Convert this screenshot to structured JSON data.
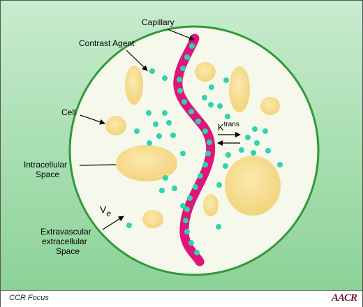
{
  "labels": {
    "capillary": "Capillary",
    "contrast_agent": "Contrast Agent",
    "cell": "Cell",
    "intracellular_line1": "Intracellular",
    "intracellular_line2": "Space",
    "ve_main": "V",
    "ve_sub": "e",
    "extravascular_line1": "Extravascular",
    "extravascular_line2": "extracellular",
    "extravascular_line3": "Space",
    "ktrans_main": "K",
    "ktrans_sup": "trans"
  },
  "footer": {
    "label": "CCR Focus",
    "logo": "AACR"
  },
  "colors": {
    "background_top": "#bfe8c5",
    "background_bottom": "#8fd49a",
    "circle_fill": "#f4f8e8",
    "circle_border": "#2f9a3a",
    "cell_fill": "#f7df8c",
    "capillary": "#e0147a",
    "contrast_agent": "#2fd3b0"
  }
}
